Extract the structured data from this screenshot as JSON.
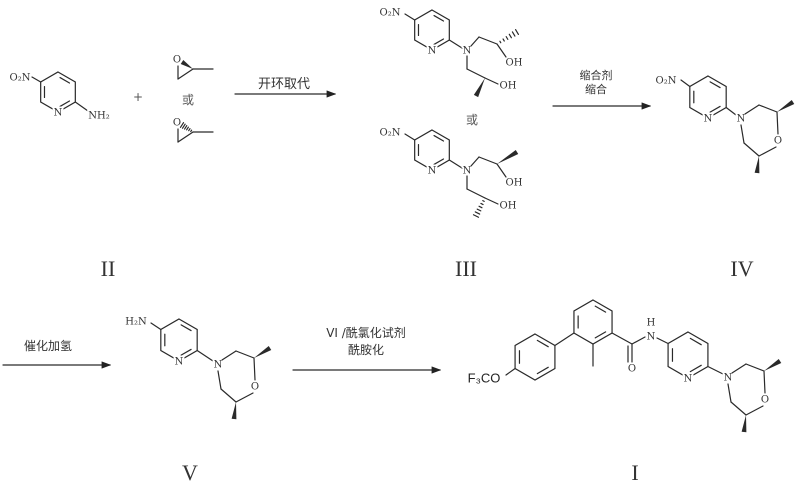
{
  "reagents": {
    "step1": "开环取代",
    "step2_line1": "缩合剂",
    "step2_line2": "缩合",
    "step3": "催化加氢",
    "step4_line1": "VI /酰氯化试剂",
    "step4_line2": "酰胺化"
  },
  "or_label": "或",
  "plus": "+",
  "compound_labels": {
    "II": "II",
    "III": "III",
    "IV": "IV",
    "V": "V",
    "I": "I"
  },
  "atoms": {
    "nitro": "O₂N",
    "amino_nh2": "NH₂",
    "amino_h2n": "H₂N",
    "ring_n": "N",
    "amine_n": "N",
    "oxygen": "O",
    "hydroxyl": "OH",
    "trifluoromethoxy": "F₃CO",
    "amide_h": "H"
  }
}
